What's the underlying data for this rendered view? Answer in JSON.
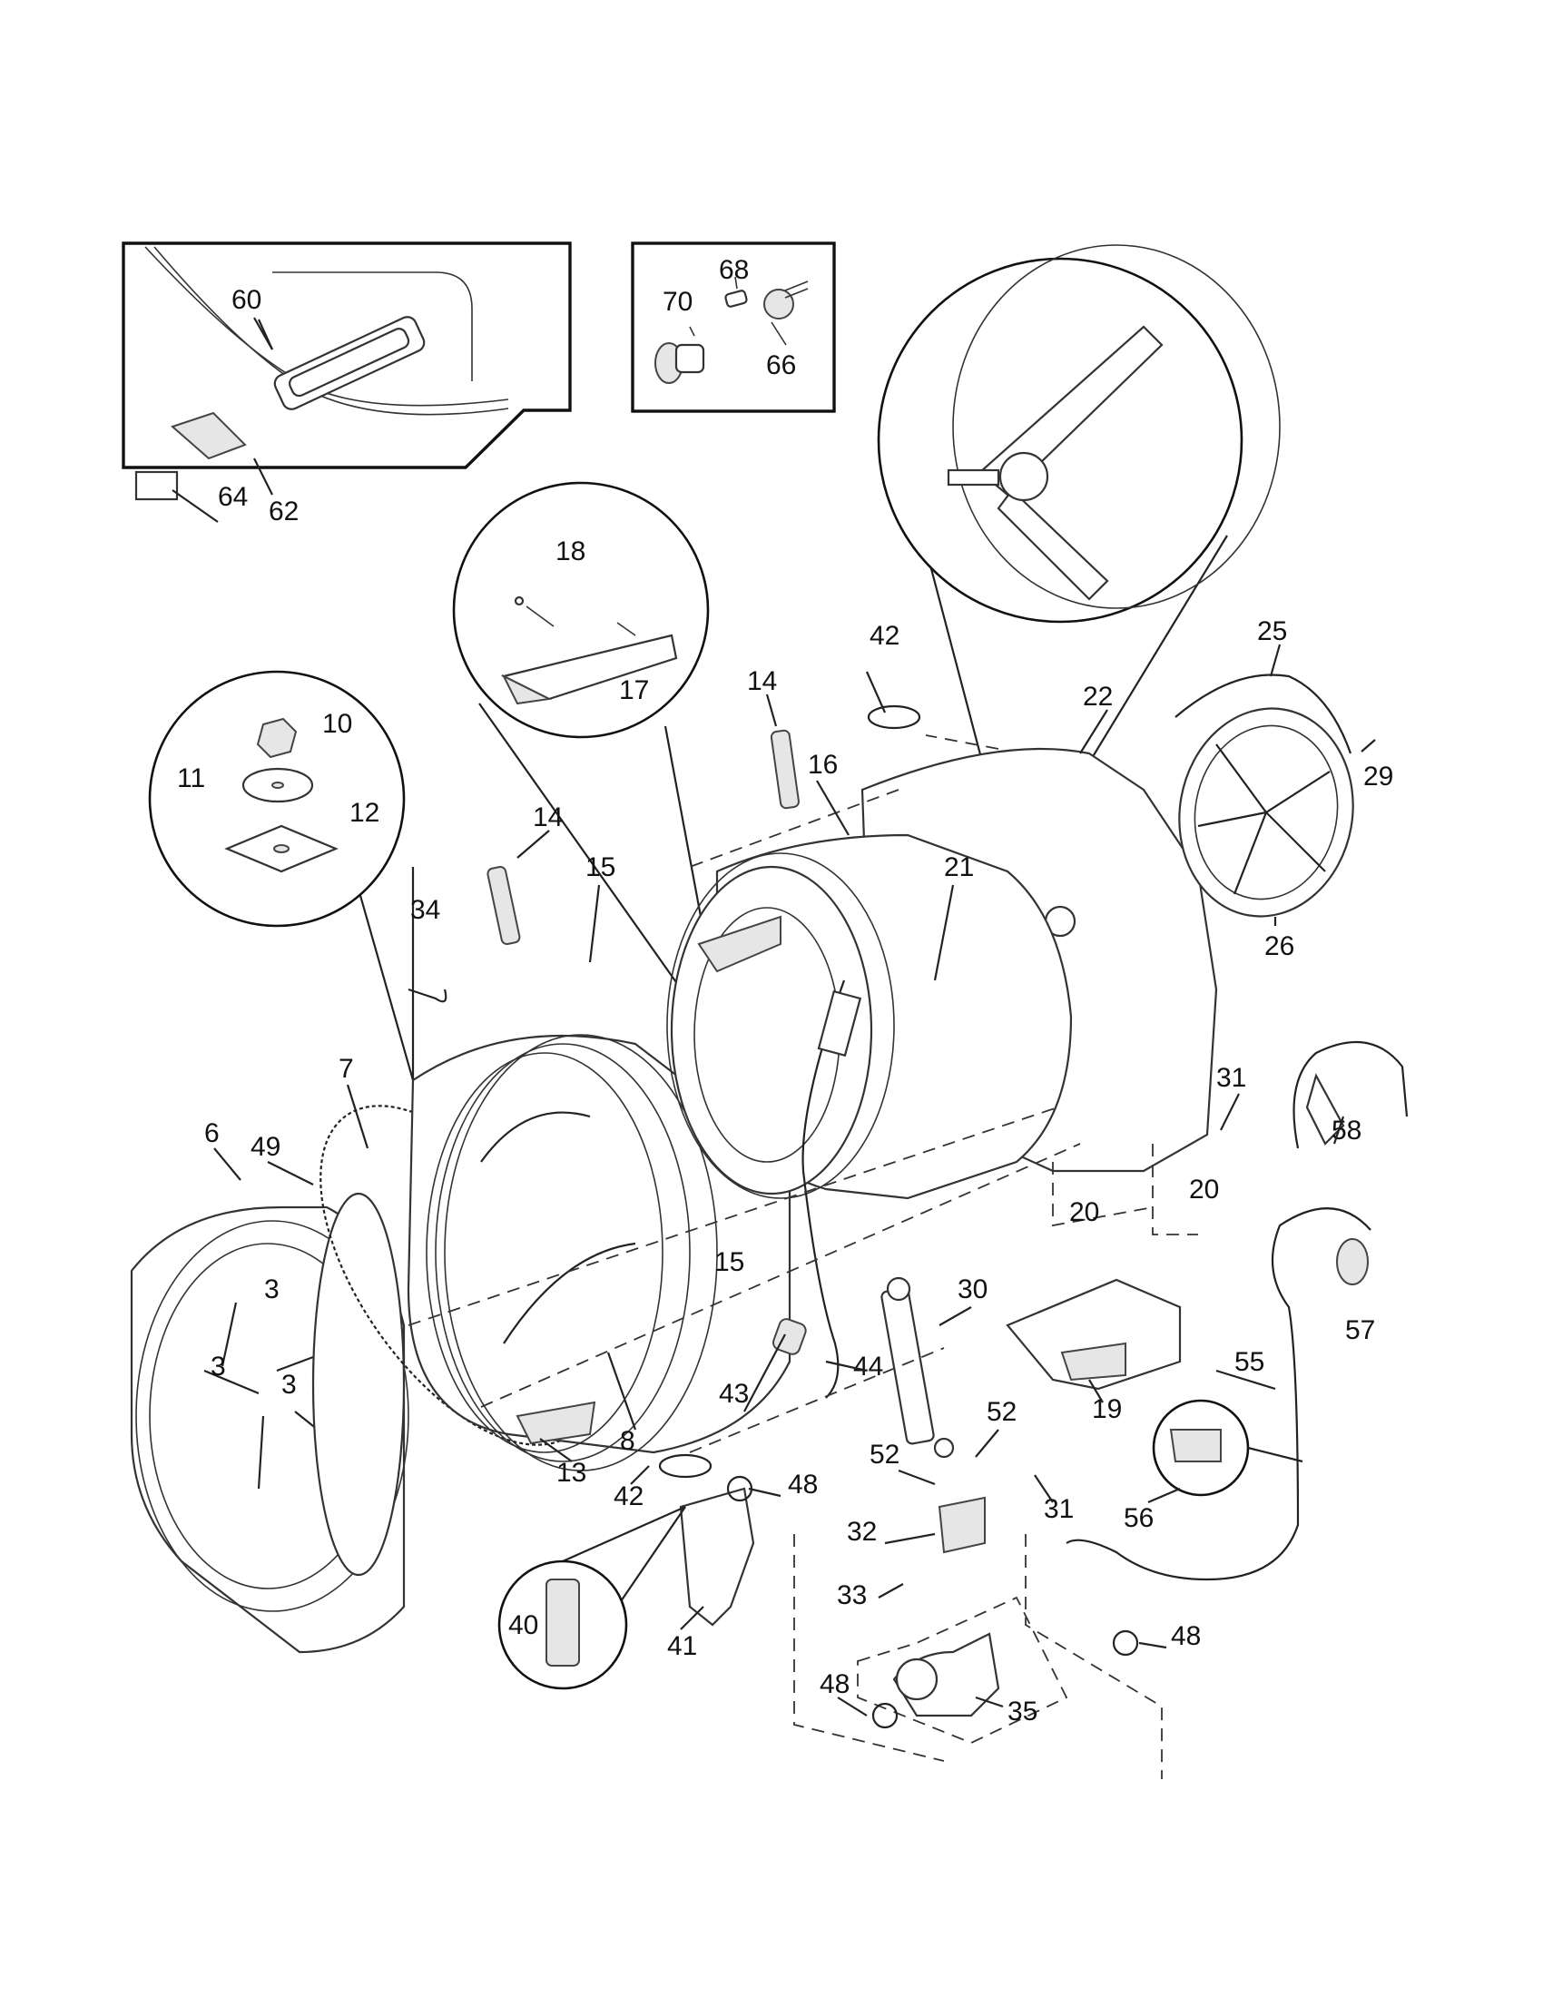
{
  "callouts": {
    "n60": "60",
    "n62": "62",
    "n64": "64",
    "n70": "70",
    "n68": "68",
    "n66": "66",
    "n18": "18",
    "n17": "17",
    "n10": "10",
    "n11": "11",
    "n12": "12",
    "n42a": "42",
    "n25": "25",
    "n22": "22",
    "n29": "29",
    "n26": "26",
    "n14a": "14",
    "n14b": "14",
    "n16": "16",
    "n15a": "15",
    "n34": "34",
    "n21": "21",
    "n7": "7",
    "n6": "6",
    "n49": "49",
    "n31a": "31",
    "n58": "58",
    "n20a": "20",
    "n20b": "20",
    "n3a": "3",
    "n3b": "3",
    "n3c": "3",
    "n15b": "15",
    "n30": "30",
    "n57": "57",
    "n55": "55",
    "n19": "19",
    "n44": "44",
    "n43": "43",
    "n52a": "52",
    "n52b": "52",
    "n13": "13",
    "n8": "8",
    "n42b": "42",
    "n48a": "48",
    "n31b": "31",
    "n56": "56",
    "n32": "32",
    "n33": "33",
    "n40": "40",
    "n41": "41",
    "n48b": "48",
    "n48c": "48",
    "n35": "35"
  }
}
